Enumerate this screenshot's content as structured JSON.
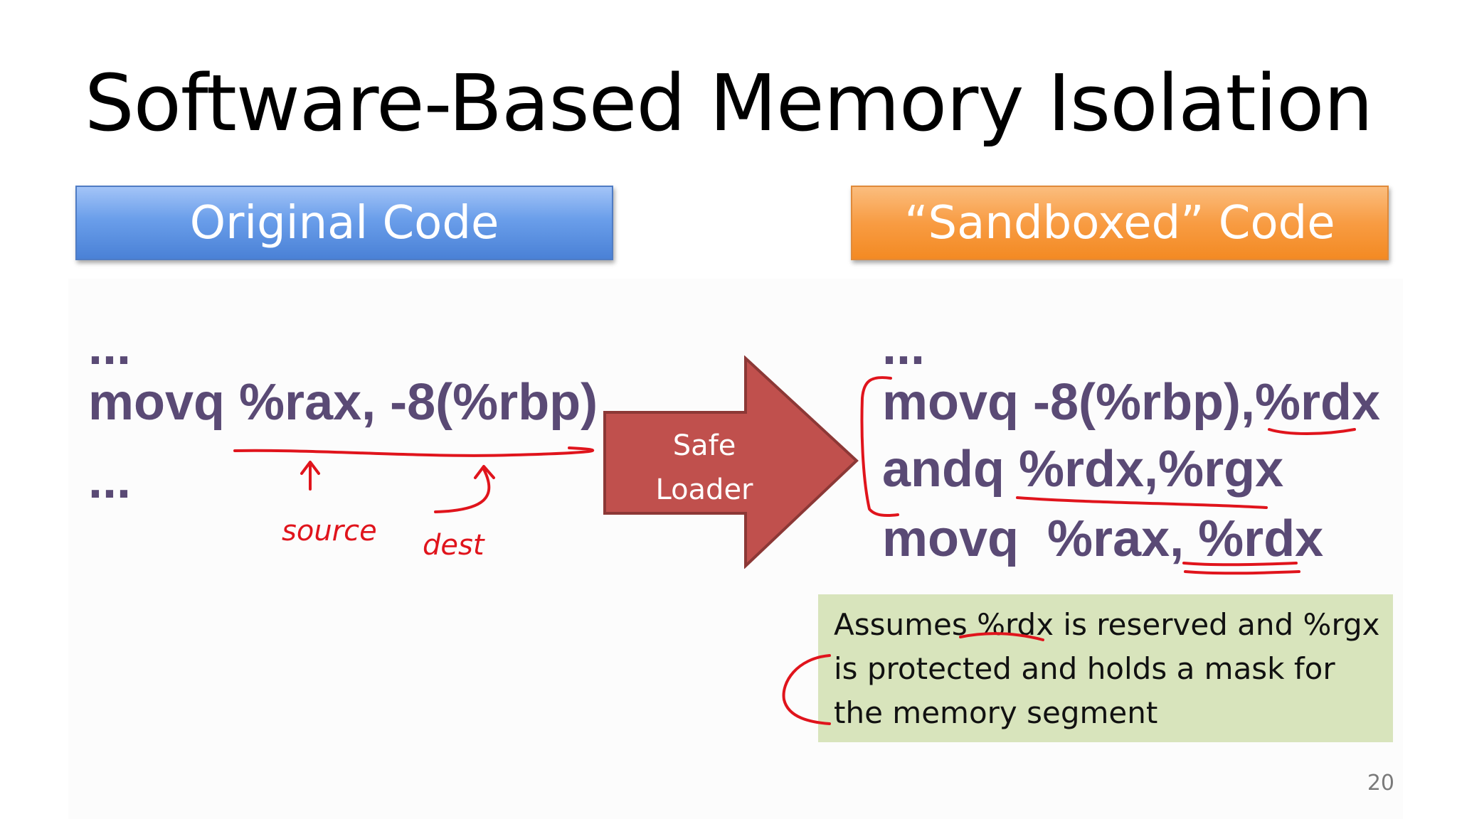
{
  "slide": {
    "title": "Software-Based Memory Isolation",
    "left_header": "Original Code",
    "right_header": "“Sandboxed” Code",
    "original_code": [
      "...",
      "movq %rax, -8(%rbp)",
      "..."
    ],
    "sandboxed_code": [
      "...",
      "movq -8(%rbp),%rdx",
      "andq %rdx,%rgx",
      "movq  %rax, %rdx"
    ],
    "arrow_label_line1": "Safe",
    "arrow_label_line2": "Loader",
    "note_lines": [
      "Assumes %rdx is reserved and %rgx",
      "is protected and holds a mask for",
      "the memory segment"
    ],
    "page_number": "20"
  },
  "annotations": {
    "source_label": "source",
    "dest_label": "dest",
    "ink_color": "#e0141c"
  },
  "colors": {
    "code_text": "#5a4a75",
    "arrow_fill": "#c0504d",
    "arrow_stroke": "#8c3836",
    "note_bg": "#d8e4bc"
  }
}
